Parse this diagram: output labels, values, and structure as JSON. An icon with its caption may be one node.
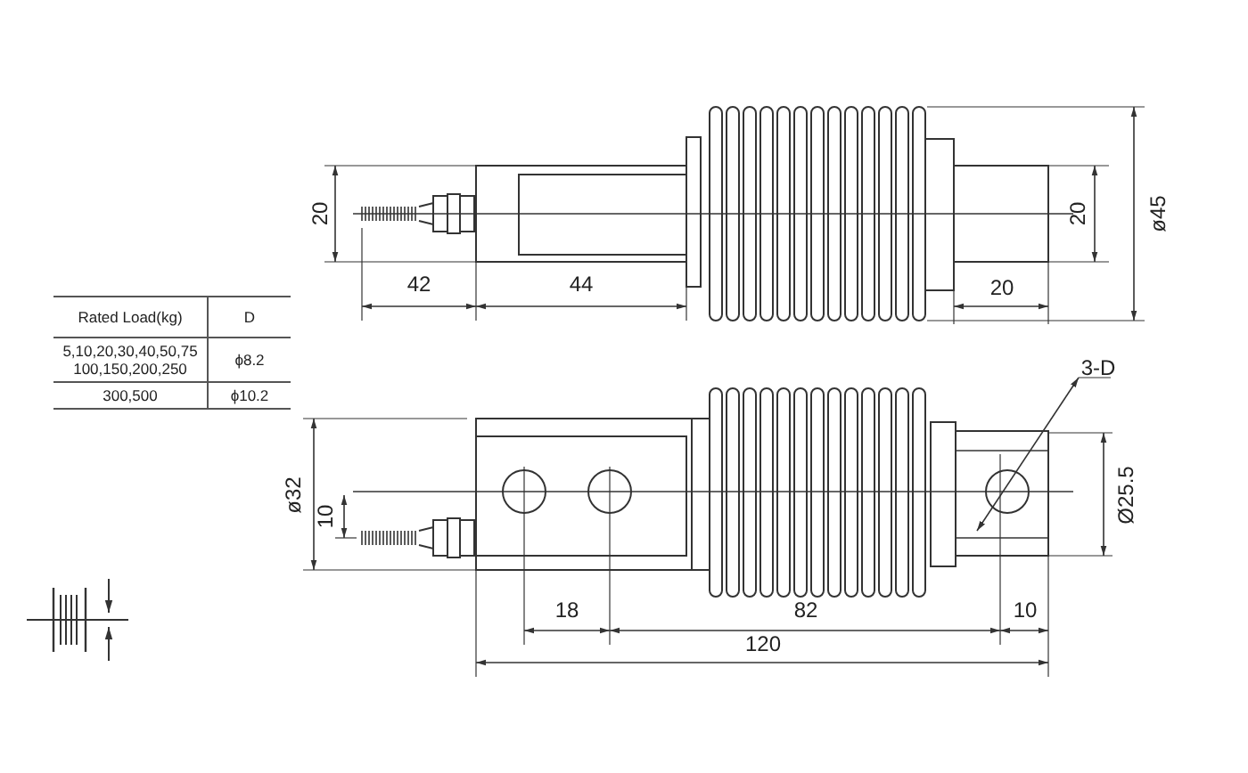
{
  "diagram": {
    "labels": [
      "20",
      "20",
      "ø45",
      "42",
      "44",
      "20",
      "Rated Load(kg)",
      "D",
      "5,10,20,30,40,50,75 100,150,200,250",
      "ϕ8.2",
      "300,500",
      "ϕ10.2",
      "3-D",
      "ø32",
      "10",
      "Ø25.5",
      "18",
      "82",
      "10",
      "120"
    ]
  }
}
